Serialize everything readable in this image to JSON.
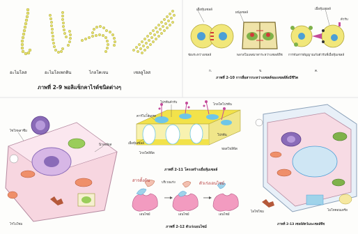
{
  "top_left_panel": {
    "labels": [
      "อะไมโลส",
      "อะไมโลเพกติน",
      "ไกลโคเจน",
      "เซลลูโลส"
    ],
    "caption": "ภาพที่ 2-9 พอลิแซ็กคาไรด์ชนิดต่างๆ"
  },
  "top_right_panel": {
    "labels": {
      "cell_membrane_1": "เยื่อหุ้มเซลล์",
      "plant_cell_wall": "ผนังเซลล์",
      "cell_membrane_2": "เยื่อหุ้มเซลล์",
      "receptor": "ตัวรับ",
      "gap_junction": "ช่องระหว่างเซลล์",
      "plasmodesmata": "พลาสโมเดสมาตาระหว่างเซลล์พืช",
      "signal": "การจับสารสัญญาณกับตัวรับที่เยื่อหุ้มเซลล์"
    },
    "sub_letters": [
      "ก.",
      "ข.",
      "ค."
    ],
    "caption": "ภาพที่ 2-10 การสื่อสารระหว่างเซลล์ของเซลล์สิ่งมีชีวิต"
  },
  "middle_panel": {
    "labels": [
      "โปรตีนตัวรับ",
      "คาร์โบไฮเดรต",
      "ฟอสโฟลิพิด",
      "โปรตีน",
      "ไกลโคโปรตีน",
      "ไกลโคลิพิด",
      "เยื่อหุ้มเซลล์"
    ],
    "caption_membrane": "ภาพที่ 2-11 โครงสร้างเยื่อหุ้มเซลล์",
    "enzyme_labels": {
      "substrate": "สารตั้งต้น",
      "active_site": "บริเวณเร่ง",
      "enzyme_complex": "ตัวเร่งเอนไซม์",
      "enzyme_1": "เอนไซม์",
      "enzyme_2": "เอนไซม์",
      "enzyme_3": "เอนไซม์"
    },
    "caption_enzyme": "ภาพที่ 2-12 ตัวเร่งเอนไซม์"
  },
  "bottom_left_panel": {
    "labels": [
      "ไซโทพลาซึม",
      "นิวเคลียส",
      "ไรโบโซม"
    ]
  },
  "bottom_right_panel": {
    "labels": [
      "ไลโซโซม",
      "ไมโทคอนเดรีย"
    ],
    "caption": "ภาพที่ 2-13 เซลล์สัตว์และเซลล์พืช"
  },
  "colors": {
    "chain_yellow": "#e7e06a",
    "membrane_yellow": "#f2e24a",
    "protein_blue": "#6ec6e8",
    "cell_pink": "#f4b8c8",
    "cell_purple": "#8a6bb8",
    "nucleus_blue": "#4b9fd6"
  }
}
